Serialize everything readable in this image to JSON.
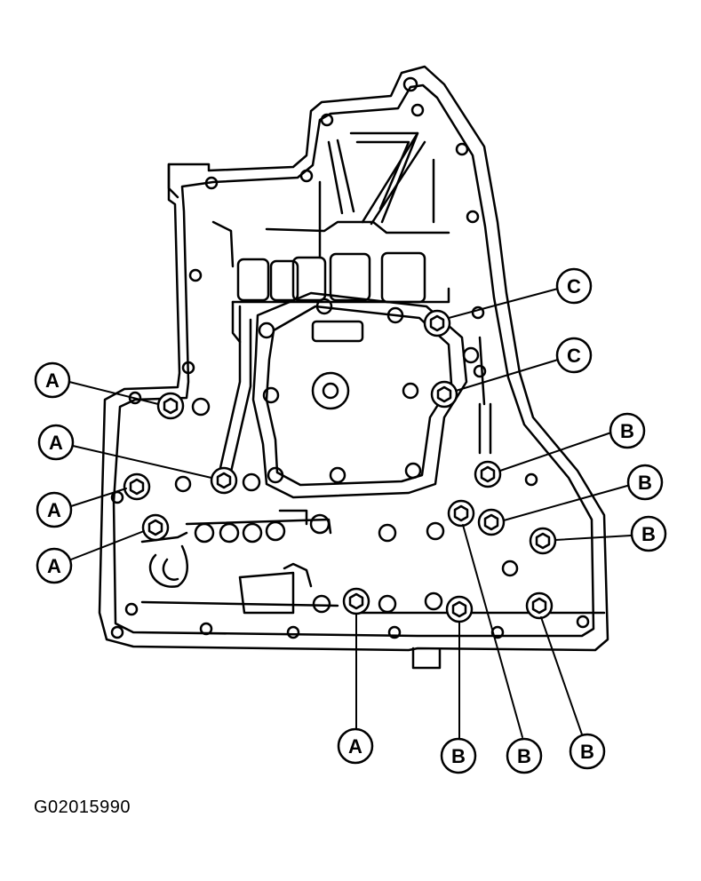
{
  "figure_id": "G02015990",
  "bolt_labels": {
    "a": "A",
    "b": "B",
    "c": "C"
  },
  "colors": {
    "ink": "#000000",
    "paper": "#ffffff"
  }
}
